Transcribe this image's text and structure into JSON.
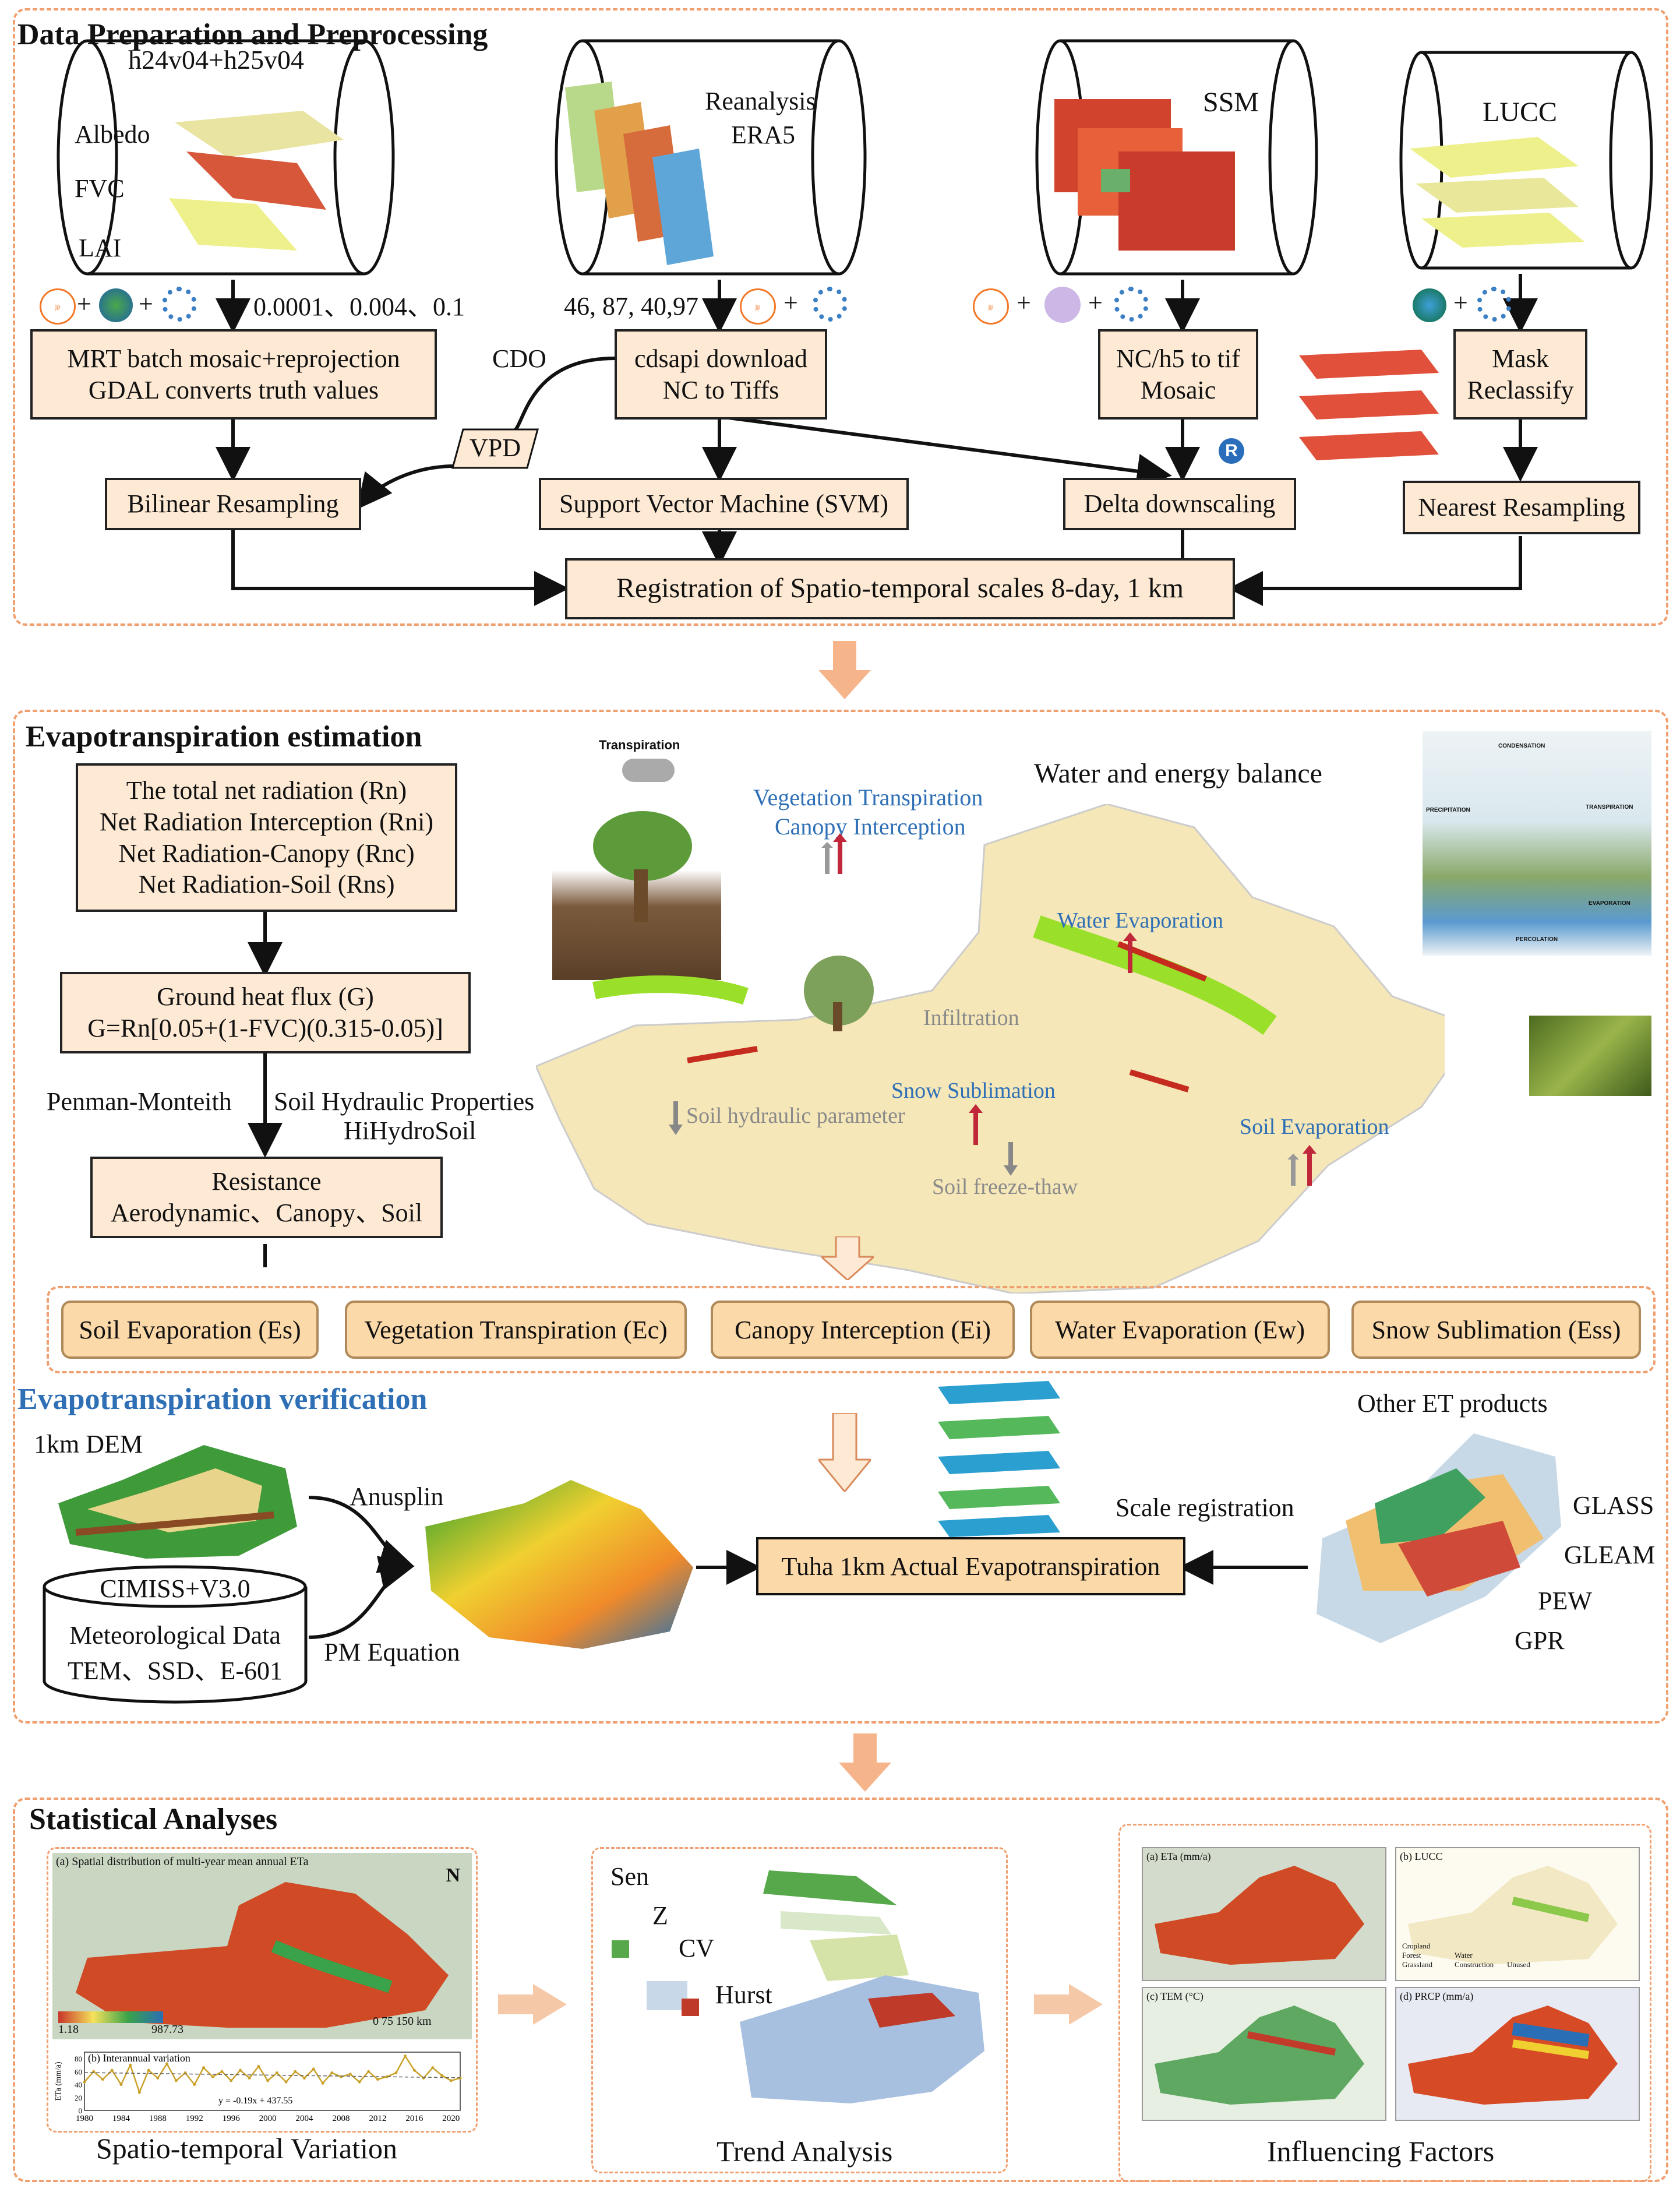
{
  "sections": {
    "prep": {
      "title": "Data Preparation and Preprocessing"
    },
    "et": {
      "title": "Evapotranspiration estimation"
    },
    "verify": {
      "title": "Evapotranspiration verification"
    },
    "stats": {
      "title": "Statistical Analyses"
    }
  },
  "prep": {
    "cyl1": {
      "title": "h24v04+h25v04",
      "layers": [
        "Albedo",
        "FVC",
        "LAI"
      ],
      "values": "0.0001、0.004、0.1"
    },
    "cyl2": {
      "title1": "Reanalysis",
      "title2": "ERA5",
      "values": "46, 87, 40,97"
    },
    "cyl3": {
      "title": "SSM"
    },
    "cyl4": {
      "title": "LUCC"
    },
    "tools": {
      "jupyter": "jupyter",
      "plus": "+",
      "r": "R"
    },
    "box_mrt": [
      "MRT batch mosaic+reprojection",
      "GDAL converts truth values"
    ],
    "box_cdsapi": [
      "cdsapi download",
      "NC to Tiffs"
    ],
    "box_nc": [
      "NC/h5 to tif",
      "Mosaic"
    ],
    "box_mask": [
      "Mask",
      "Reclassify"
    ],
    "cdo": "CDO",
    "vpd": "VPD",
    "box_bilinear": "Bilinear Resampling",
    "box_svm": "Support Vector Machine (SVM)",
    "box_delta": "Delta downscaling",
    "box_nearest": "Nearest Resampling",
    "box_registration": "Registration of Spatio-temporal scales 8-day, 1 km"
  },
  "et": {
    "radiation": [
      "The total net radiation (Rn)",
      "Net Radiation Interception (Rni)",
      "Net Radiation-Canopy (Rnc)",
      "Net Radiation-Soil (Rns)"
    ],
    "ground": [
      "Ground heat flux (G)",
      "G=Rn[0.05+(1-FVC)(0.315-0.05)]"
    ],
    "penman": "Penman-Monteith",
    "soilhydro": [
      "Soil Hydraulic Properties",
      "HiHydroSoil"
    ],
    "resistance": [
      "Resistance",
      "Aerodynamic、Canopy、Soil"
    ],
    "transpiration_title": "Transpiration",
    "balance_title": "Water and energy balance",
    "veg_labels": [
      "Vegetation Transpiration",
      "Canopy Interception"
    ],
    "map_labels": {
      "water_evap": "Water Evaporation",
      "infiltration": "Infiltration",
      "snow": "Snow Sublimation",
      "soil_param": "Soil hydraulic parameter",
      "soil_evap": "Soil Evaporation",
      "freeze": "Soil freeze-thaw"
    },
    "cycle_labels": [
      "CONDENSATION",
      "PRECIPITATION",
      "TRANSPIRATION",
      "EVAPORATION",
      "PERCOLATION"
    ],
    "components": [
      "Soil Evaporation (Es)",
      "Vegetation Transpiration (Ec)",
      "Canopy Interception (Ei)",
      "Water Evaporation (Ew)",
      "Snow Sublimation (Ess)"
    ]
  },
  "verify": {
    "dem": "1km DEM",
    "anusplin": "Anusplin",
    "cimiss": "CIMISS+V3.0",
    "met": [
      "Meteorological Data",
      "TEM、SSD、E-601"
    ],
    "pm": "PM Equation",
    "tuha": "Tuha 1km Actual Evapotranspiration",
    "scale": "Scale registration",
    "other": "Other ET products",
    "products": [
      "GLASS",
      "GLEAM",
      "PEW",
      "GPR"
    ]
  },
  "stats": {
    "panel1": {
      "map_title": "(a) Spatial distribution of multi-year mean annual ETa",
      "legend_min": "1.18",
      "legend_max": "987.73",
      "scale": "0   75   150 km",
      "chart_title": "(b) Interannual variation",
      "ylabel": "ETa (mm/a)",
      "equation": "y = -0.19x + 437.55",
      "caption": "Spatio-temporal Variation"
    },
    "panel2": {
      "labels": [
        "Sen",
        "Z",
        "CV",
        "Hurst"
      ],
      "caption": "Trend Analysis"
    },
    "panel3": {
      "maps": [
        "(a) ETa (mm/a)",
        "(b) LUCC",
        "(c) TEM (°C)",
        "(d) PRCP (mm/a)"
      ],
      "lucc_legend": [
        "Cropland",
        "Forest",
        "Grassland",
        "Water",
        "Construction",
        "Unused"
      ],
      "caption": "Influencing Factors"
    }
  },
  "chart_data": {
    "type": "line",
    "title": "(b) Interannual variation",
    "xlabel": "",
    "ylabel": "ETa (mm/a)",
    "x": [
      1980,
      1981,
      1982,
      1983,
      1984,
      1985,
      1986,
      1987,
      1988,
      1989,
      1990,
      1991,
      1992,
      1993,
      1994,
      1995,
      1996,
      1997,
      1998,
      1999,
      2000,
      2001,
      2002,
      2003,
      2004,
      2005,
      2006,
      2007,
      2008,
      2009,
      2010,
      2011,
      2012,
      2013,
      2014,
      2015,
      2016,
      2017,
      2018,
      2019,
      2020,
      2021
    ],
    "x_ticks": [
      "1980",
      "1984",
      "1988",
      "1992",
      "1996",
      "2000",
      "2004",
      "2008",
      "2012",
      "2016",
      "2020"
    ],
    "y_ticks": [
      "0",
      "20",
      "40",
      "60",
      "80"
    ],
    "ylim": [
      0,
      90
    ],
    "series": [
      {
        "values": [
          44,
          60,
          48,
          62,
          40,
          70,
          28,
          62,
          50,
          72,
          46,
          58,
          40,
          66,
          52,
          60,
          46,
          62,
          50,
          68,
          46,
          58,
          44,
          60,
          50,
          64,
          42,
          58,
          52,
          56,
          44,
          60,
          48,
          52,
          58,
          84,
          62,
          50,
          66,
          54,
          46,
          50
        ]
      }
    ],
    "trend": {
      "slope": -0.19,
      "intercept": 437.55
    },
    "grid": false
  },
  "colors": {
    "dash": "#f0a070",
    "box_fill": "#fde9d4",
    "comp_fill": "#fcd9a8",
    "blue_text": "#2e6fb5",
    "arrow": "#f5b48a"
  }
}
